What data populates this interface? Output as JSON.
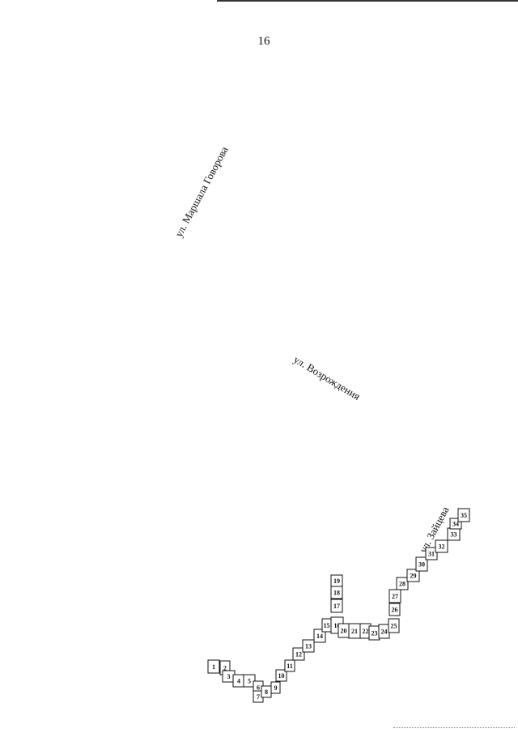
{
  "page": {
    "number": "16"
  },
  "streets": {
    "govorova": "ул. Маршала Говорова",
    "vozrozhdeniya": "ул. Возрождения",
    "zaytseva": "ул. Зайцева"
  },
  "sites": [
    "1",
    "2",
    "3",
    "4",
    "5",
    "6",
    "7",
    "8",
    "9",
    "10",
    "11",
    "12",
    "13",
    "14",
    "15",
    "16",
    "17",
    "18",
    "19",
    "20",
    "21",
    "22",
    "23",
    "24",
    "25",
    "26",
    "27",
    "28",
    "29",
    "30",
    "31",
    "32",
    "33",
    "34",
    "35"
  ]
}
